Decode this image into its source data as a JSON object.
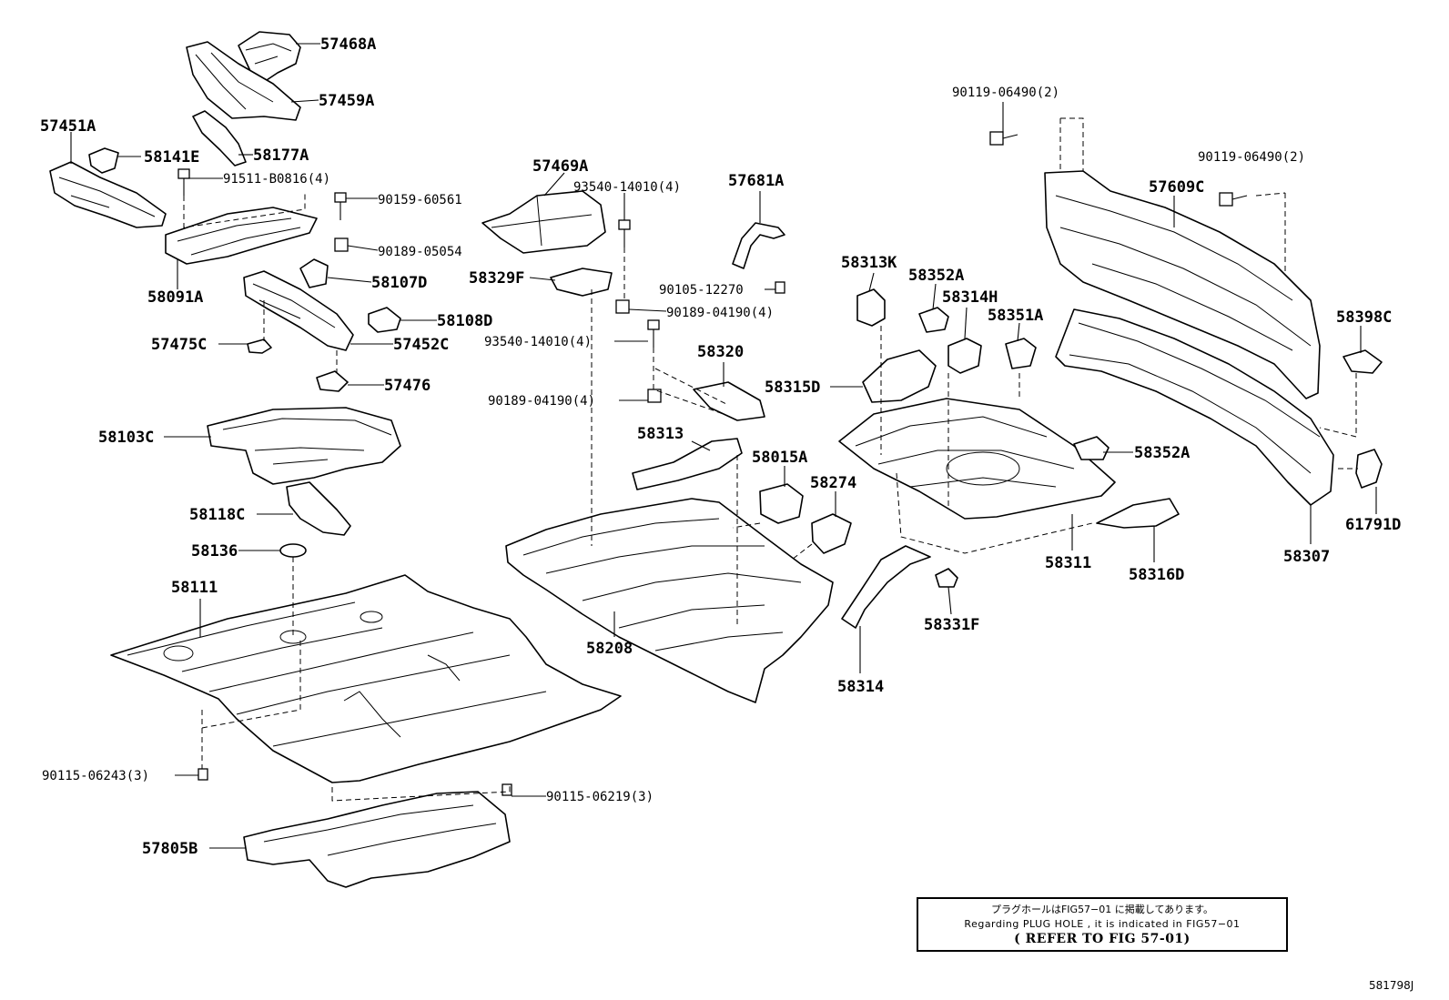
{
  "labels": {
    "p57468A": "57468A",
    "p57459A": "57459A",
    "p57451A": "57451A",
    "p58177A": "58177A",
    "p58141E": "58141E",
    "p91511": "91511-B0816(4)",
    "p90159": "90159-60561",
    "p90189_05054": "90189-05054",
    "p58091A": "58091A",
    "p58107D": "58107D",
    "p58108D": "58108D",
    "p57475C": "57475C",
    "p57452C": "57452C",
    "p57476": "57476",
    "p58103C": "58103C",
    "p58118C": "58118C",
    "p58136": "58136",
    "p58111": "58111",
    "p90115_06243": "90115-06243(3)",
    "p90115_06219": "90115-06219(3)",
    "p57805B": "57805B",
    "p57469A": "57469A",
    "p93540_a": "93540-14010(4)",
    "p57681A": "57681A",
    "p58329F": "58329F",
    "p90105": "90105-12270",
    "p90189_a": "90189-04190(4)",
    "p93540_b": "93540-14010(4)",
    "p58320": "58320",
    "p90189_b": "90189-04190(4)",
    "p58313": "58313",
    "p58015A": "58015A",
    "p58274": "58274",
    "p58208": "58208",
    "p58313K": "58313K",
    "p58352A_a": "58352A",
    "p58314H": "58314H",
    "p58351A": "58351A",
    "p58315D": "58315D",
    "p58352A_b": "58352A",
    "p58311": "58311",
    "p58316D": "58316D",
    "p58331F": "58331F",
    "p58314": "58314",
    "p90119_a": "90119-06490(2)",
    "p90119_b": "90119-06490(2)",
    "p57609C": "57609C",
    "p58398C": "58398C",
    "p61791D": "61791D",
    "p58307": "58307"
  },
  "note": {
    "line_jp": "プラグホールはFIG57−01 に掲載してあります。",
    "line_en": "Regarding PLUG HOLE , it is indicated in FIG57−01",
    "line_ref": "( REFER TO FIG 57-01)"
  },
  "figure_id": "581798J"
}
